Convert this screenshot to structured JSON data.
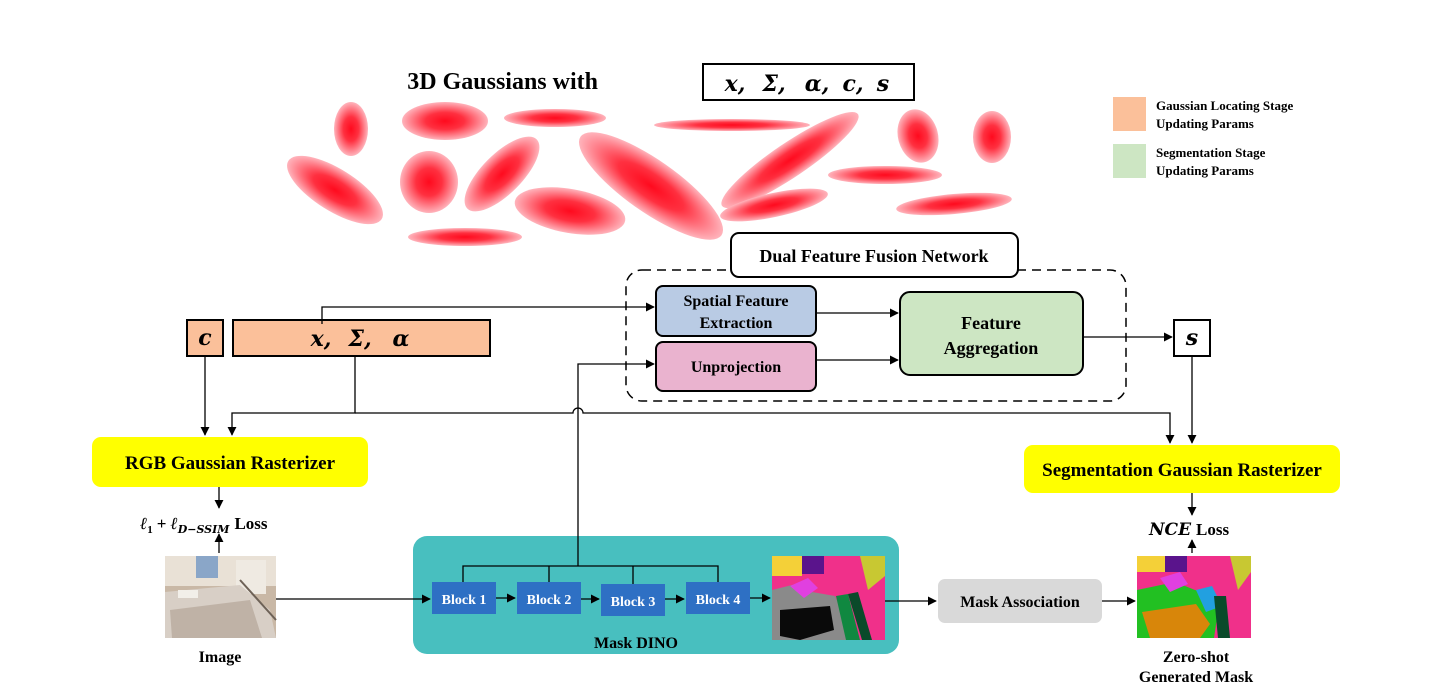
{
  "title": {
    "prefix": "3D Gaussians with",
    "params": [
      "x,",
      "Σ,",
      "α,",
      "c,",
      "s"
    ]
  },
  "legend": [
    {
      "color": "#fbc09a",
      "line1": "Gaussian Locating Stage",
      "line2": "Updating Params"
    },
    {
      "color": "#cde6c3",
      "line1": "Segmentation Stage",
      "line2": "Updating Params"
    }
  ],
  "fusion": {
    "title": "Dual Feature Fusion Network",
    "spatial_line1": "Spatial Feature",
    "spatial_line2": "Extraction",
    "unprojection": "Unprojection",
    "aggregation_line1": "Feature",
    "aggregation_line2": "Aggregation",
    "output": "s"
  },
  "params_bar": {
    "c": "c",
    "xsa": [
      "x,",
      "Σ,",
      "α"
    ]
  },
  "rgb_rasterizer": "RGB Gaussian Rasterizer",
  "rgb_loss": {
    "l1": "ℓ",
    "sub1": "1",
    "plus": "+",
    "ld": "ℓ",
    "subd": "D−SSIM",
    "loss": "Loss"
  },
  "seg_rasterizer": "Segmentation Gaussian Rasterizer",
  "nce_loss": {
    "nce": "NCE",
    "loss": "Loss"
  },
  "image_label": "Image",
  "mask_dino": {
    "label": "Mask DINO",
    "blocks": [
      "Block 1",
      "Block 2",
      "Block 3",
      "Block 4"
    ]
  },
  "mask_association": "Mask Association",
  "zero_shot": {
    "line1": "Zero-shot",
    "line2": "Generated Mask"
  },
  "colors": {
    "gaussian": "#ff2030",
    "locating_stage": "#fbc09a",
    "segmentation_stage": "#cde6c3",
    "spatial_box": "#b9cbe4",
    "unprojection_box": "#eab3cf",
    "rasterizer": "#ffff00",
    "mask_dino_panel": "#48bfbf",
    "block": "#2e70c4",
    "mask_association_box": "#d9d9d9"
  }
}
